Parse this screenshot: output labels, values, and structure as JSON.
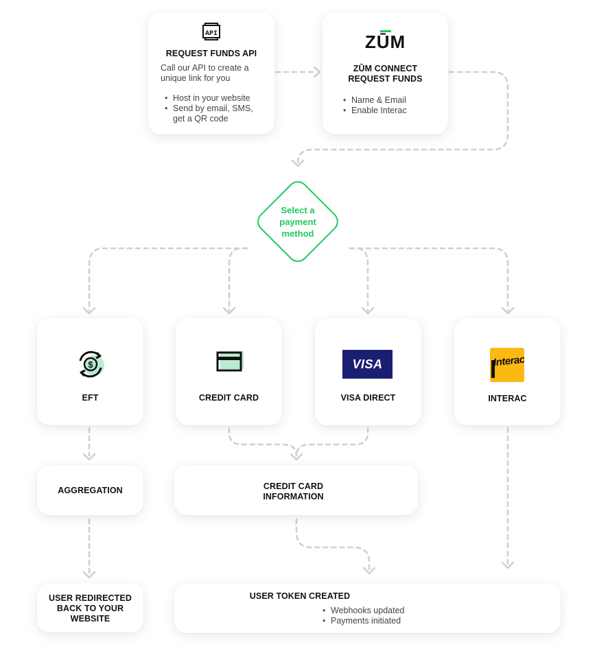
{
  "api_card": {
    "icon_text": "API",
    "title": "REQUEST FUNDS API",
    "description": "Call our API to create a unique link for you",
    "bullets": [
      "Host in your website",
      "Send by email, SMS, get a QR code"
    ]
  },
  "zum_card": {
    "logo": "ZŪM",
    "title_line1": "ZŪM CONNECT",
    "title_line2": "REQUEST FUNDS",
    "bullets": [
      "Name & Email",
      "Enable Interac"
    ]
  },
  "decision": {
    "line1": "Select a",
    "line2": "payment",
    "line3": "method"
  },
  "methods": {
    "eft": {
      "label": "EFT",
      "icon": "dollar-exchange-icon"
    },
    "credit_card": {
      "label": "CREDIT CARD",
      "icon": "credit-card-icon"
    },
    "visa_direct": {
      "label": "VISA DIRECT",
      "logo_text": "VISA"
    },
    "interac": {
      "label": "INTERAC",
      "logo_text": "Interac"
    }
  },
  "aggregation": {
    "title": "AGGREGATION"
  },
  "cc_info": {
    "line1": "CREDIT CARD",
    "line2": "INFORMATION"
  },
  "redirect": {
    "line1": "USER REDIRECTED",
    "line2": "BACK TO YOUR",
    "line3": "WEBSITE"
  },
  "token": {
    "title": "USER TOKEN CREATED",
    "bullets": [
      "Webhooks updated",
      "Payments initiated"
    ]
  },
  "colors": {
    "accent_green": "#1fc95e",
    "connector_gray": "#cfcfcf",
    "visa_blue": "#1a1f71",
    "interac_yellow": "#fdb913"
  }
}
